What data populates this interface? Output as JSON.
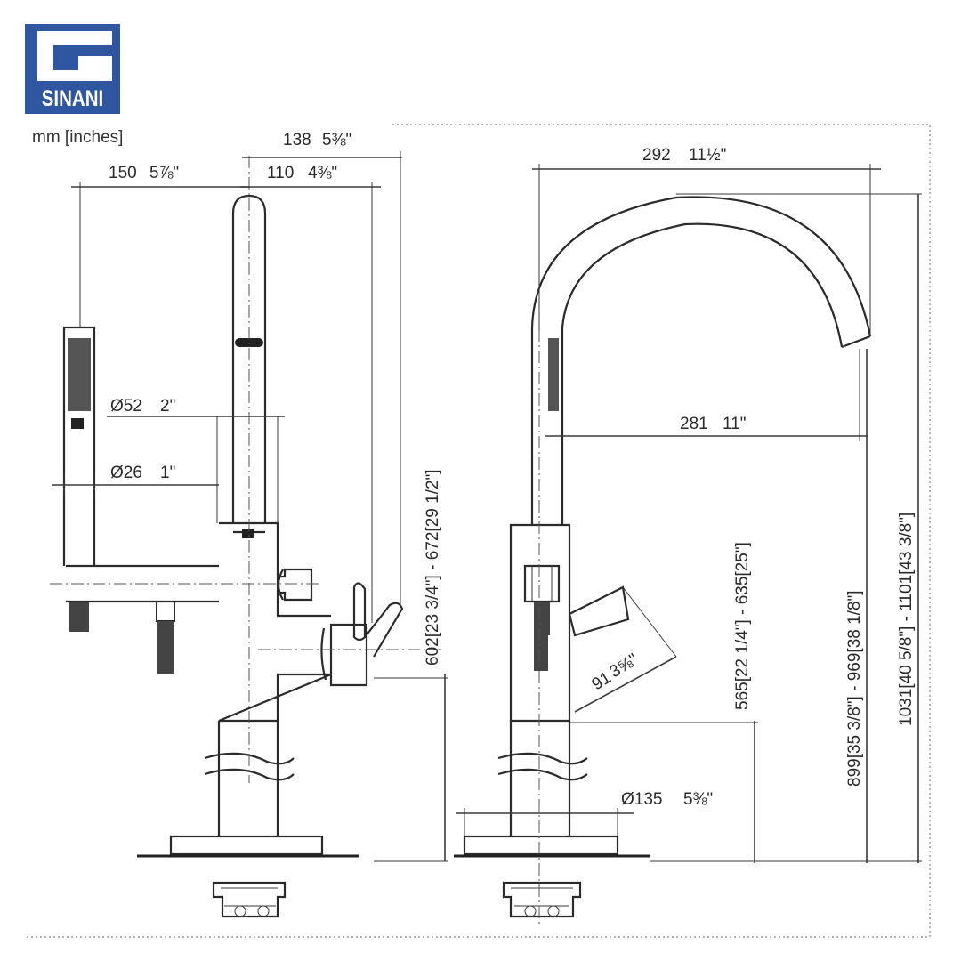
{
  "brand": {
    "name": "SINANI",
    "color": "#2f56a0"
  },
  "units_label": "mm [inches]",
  "left_view": {
    "dim_138": "138",
    "dim_138_in": "5⅜\"",
    "dim_150": "150",
    "dim_150_in": "5⅞\"",
    "dim_110": "110",
    "dim_110_in": "4⅜\"",
    "dim_d52": "Ø52",
    "dim_d52_in": "2\"",
    "dim_d26": "Ø26",
    "dim_d26_in": "1\"",
    "dim_height": "602[23 3/4\"] - 672[29 1/2\"]"
  },
  "right_view": {
    "dim_292": "292",
    "dim_292_in": "11½\"",
    "dim_281": "281",
    "dim_281_in": "11\"",
    "dim_91": "91",
    "dim_91_in": "3⅝\"",
    "dim_d135": "Ø135",
    "dim_d135_in": "5⅜\"",
    "dim_565": "565[22 1/4\"] - 635[25\"]",
    "dim_899": "899[35 3/8\"] - 969[38 1/8\"]",
    "dim_1031": "1031[40 5/8\"] - 1101[43 3/8\"]"
  }
}
